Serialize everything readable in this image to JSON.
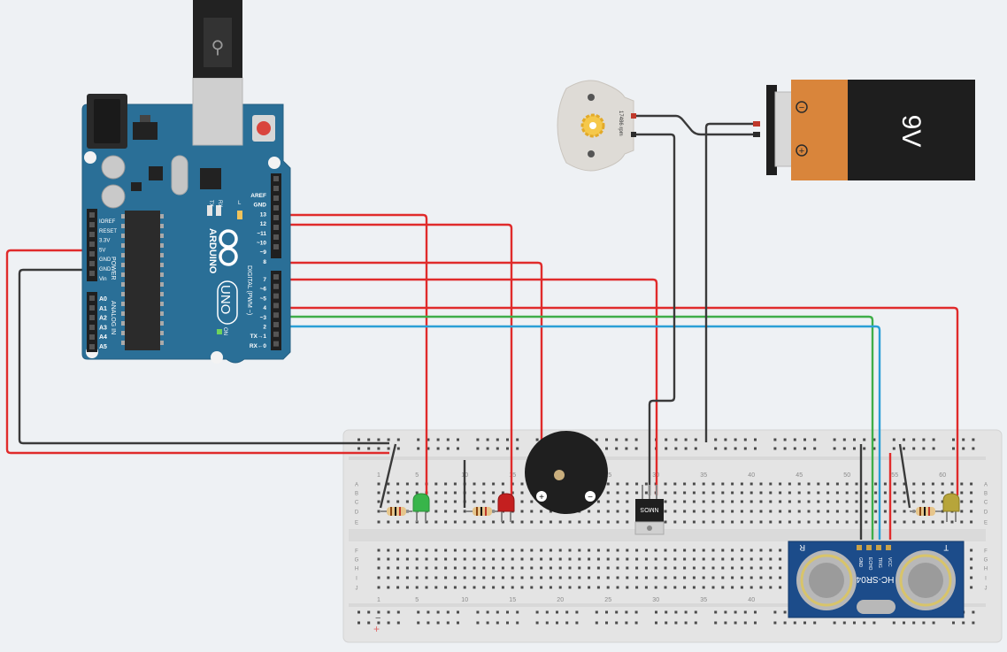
{
  "arduino": {
    "board_name": "UNO",
    "brand": "ARDUINO",
    "power_label": "POWER",
    "analog_label": "ANALOG IN",
    "digital_label": "DIGITAL (PWM ~)",
    "on_label": "ON",
    "led_l": "L",
    "led_tx": "TX",
    "led_rx": "RX",
    "power_pins": [
      "IOREF",
      "RESET",
      "3.3V",
      "5V",
      "GND",
      "GND",
      "Vin"
    ],
    "analog_pins": [
      "A0",
      "A1",
      "A2",
      "A3",
      "A4",
      "A5"
    ],
    "digital_pins": [
      "AREF",
      "GND",
      "13",
      "12",
      "~11",
      "~10",
      "~9",
      "8",
      "7",
      "~6",
      "~5",
      "4",
      "~3",
      "2",
      "TX→1",
      "RX←0"
    ]
  },
  "motor": {
    "label": "17486 rpm"
  },
  "battery": {
    "label": "9V",
    "minus": "−",
    "plus": "+"
  },
  "buzzer": {
    "plus": "+",
    "minus": "−"
  },
  "transistor": {
    "label": "NMOS"
  },
  "sensor": {
    "label": "HC-SR04",
    "pins": [
      "GND",
      "ECHO",
      "TRIG",
      "VCC"
    ],
    "left": "R",
    "right": "T"
  },
  "breadboard": {
    "rows_top": [
      "A",
      "B",
      "C",
      "D",
      "E"
    ],
    "rows_bottom": [
      "F",
      "G",
      "H",
      "I",
      "J"
    ],
    "col_numbers": [
      "1",
      "5",
      "10",
      "15",
      "20",
      "25",
      "30",
      "35",
      "40",
      "45",
      "50",
      "55",
      "60"
    ],
    "rail_minus": "−",
    "rail_plus": "+"
  },
  "colors": {
    "background": "#eef1f4",
    "board": "#2a6f97",
    "wire_red": "#e02b2b",
    "wire_black": "#3a3a3a",
    "wire_green": "#3fae49",
    "wire_blue": "#2a9fd6",
    "breadboard": "#e4e4e4",
    "battery_orange": "#d9853b",
    "battery_black": "#1e1e1e"
  }
}
